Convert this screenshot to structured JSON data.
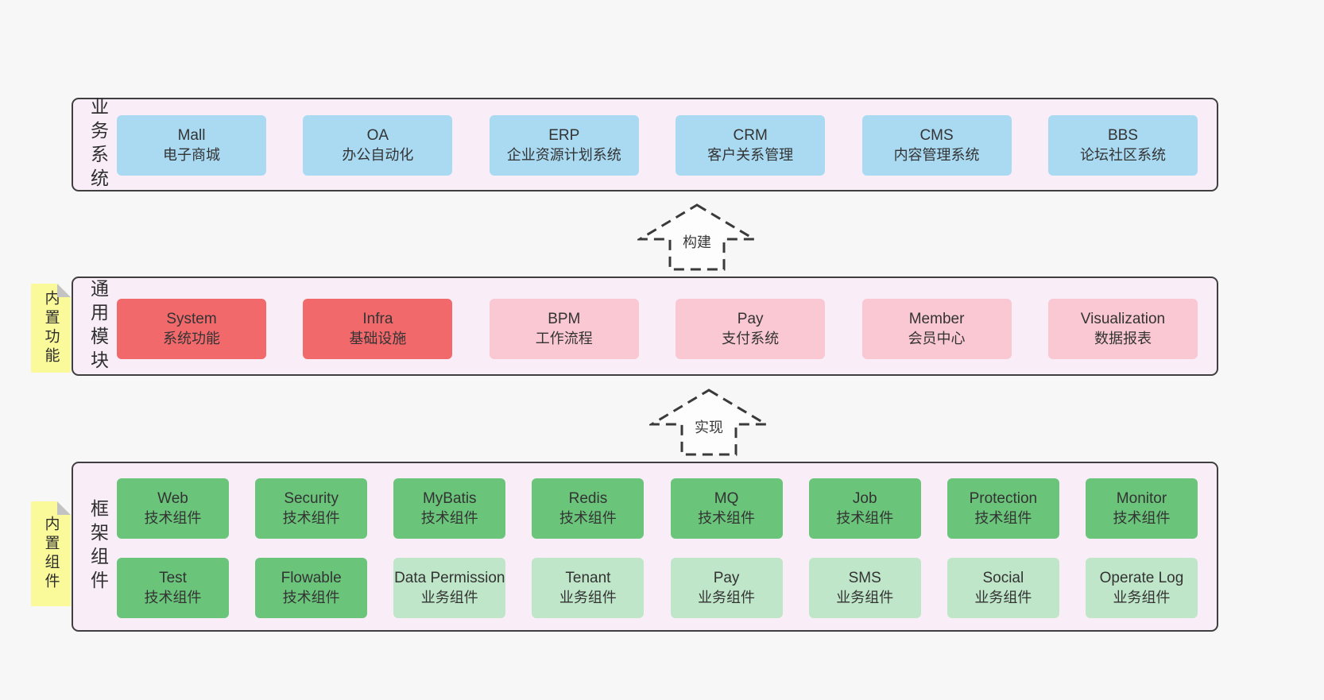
{
  "colors": {
    "page_background": "#f7f7f7",
    "layer_fill": "#f9eef8",
    "layer_border": "#3f3f3f",
    "business_box": "#a9daf2",
    "core_module_box": "#f16c6e",
    "module_box": "#fac8d2",
    "tech_component_box": "#6ac57b",
    "biz_component_box": "#bfe6c9",
    "sticky_note": "#fafa9b"
  },
  "arrows": [
    {
      "label": "构建"
    },
    {
      "label": "实现"
    }
  ],
  "layers": [
    {
      "label": "业务系统",
      "boxes": [
        {
          "name": "Mall",
          "desc": "电子商城"
        },
        {
          "name": "OA",
          "desc": "办公自动化"
        },
        {
          "name": "ERP",
          "desc": "企业资源计划系统"
        },
        {
          "name": "CRM",
          "desc": "客户关系管理"
        },
        {
          "name": "CMS",
          "desc": "内容管理系统"
        },
        {
          "name": "BBS",
          "desc": "论坛社区系统"
        }
      ]
    },
    {
      "label": "通用模块",
      "note": "内置功能",
      "boxes": [
        {
          "name": "System",
          "desc": "系统功能"
        },
        {
          "name": "Infra",
          "desc": "基础设施"
        },
        {
          "name": "BPM",
          "desc": "工作流程"
        },
        {
          "name": "Pay",
          "desc": "支付系统"
        },
        {
          "name": "Member",
          "desc": "会员中心"
        },
        {
          "name": "Visualization",
          "desc": "数据报表"
        }
      ]
    },
    {
      "label": "框架组件",
      "note": "内置组件",
      "rows": [
        [
          {
            "name": "Web",
            "desc": "技术组件"
          },
          {
            "name": "Security",
            "desc": "技术组件"
          },
          {
            "name": "MyBatis",
            "desc": "技术组件"
          },
          {
            "name": "Redis",
            "desc": "技术组件"
          },
          {
            "name": "MQ",
            "desc": "技术组件"
          },
          {
            "name": "Job",
            "desc": "技术组件"
          },
          {
            "name": "Protection",
            "desc": "技术组件"
          },
          {
            "name": "Monitor",
            "desc": "技术组件"
          }
        ],
        [
          {
            "name": "Test",
            "desc": "技术组件"
          },
          {
            "name": "Flowable",
            "desc": "技术组件"
          },
          {
            "name": "Data Permission",
            "desc": "业务组件"
          },
          {
            "name": "Tenant",
            "desc": "业务组件"
          },
          {
            "name": "Pay",
            "desc": "业务组件"
          },
          {
            "name": "SMS",
            "desc": "业务组件"
          },
          {
            "name": "Social",
            "desc": "业务组件"
          },
          {
            "name": "Operate Log",
            "desc": "业务组件"
          }
        ]
      ]
    }
  ]
}
